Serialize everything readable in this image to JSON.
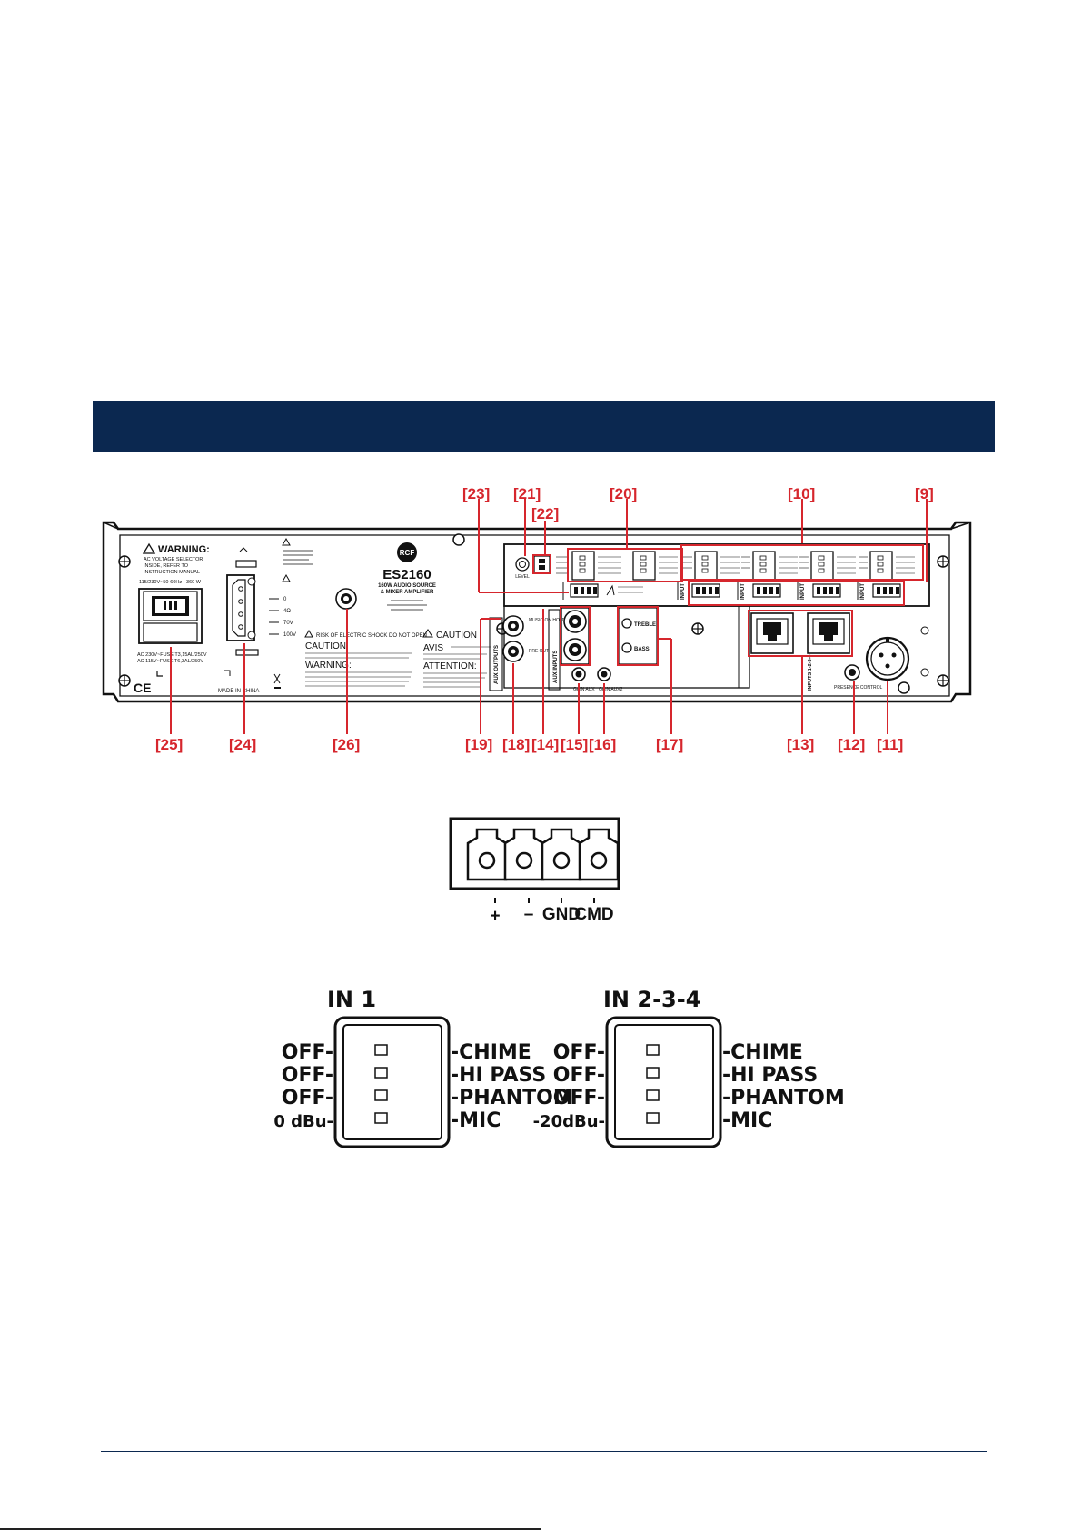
{
  "callouts": {
    "top": [
      "[23]",
      "[21]",
      "[22]",
      "[20]",
      "[10]",
      "[9]"
    ],
    "bottom": [
      "[25]",
      "[24]",
      "[26]",
      "[19]",
      "[18]",
      "[14]",
      "[15]",
      "[16]",
      "[17]",
      "[13]",
      "[12]",
      "[11]"
    ]
  },
  "panel": {
    "warning_title": "WARNING:",
    "warning_lines": [
      "AC VOLTAGE SELECTOR",
      "INSIDE, REFER TO",
      "INSTRUCTION MANUAL"
    ],
    "power_spec": "115/230V~50-60Hz - 360 W",
    "fuse_spec_1": "AC 230V~FUSE T3,15AL/250V",
    "fuse_spec_2": "AC 115V~FUSE T6,3AL/250V",
    "made_in": "MADE IN CHINA",
    "ce_mark": "CE",
    "output_taps": [
      "0",
      "4Ω",
      "70V",
      "100V"
    ],
    "brand": "RCF",
    "model": "ES2160",
    "model_sub_1": "160W AUDIO SOURCE",
    "model_sub_2": "& MIXER AMPLIFIER",
    "shock_warning": "RISK OF ELECTRIC SHOCK DO NOT OPEN",
    "caution_en_title": "CAUTION:",
    "warning_en_title": "WARNING:",
    "caution_title": "CAUTION",
    "avis_title": "AVIS",
    "attention_title": "ATTENTION:",
    "aux_outputs": "AUX OUTPUTS",
    "aux_inputs": "AUX INPUTS",
    "music_on_hold": "MUSIC ON HOLD",
    "pre_out": "PRE OUT",
    "treble": "TREBLE",
    "bass": "BASS",
    "gain_1": "GAIN AUX",
    "gain_2": "GAIN AUX2",
    "presence_control": "PRESENCE CONTROL",
    "inputs_label": "INPUTS 1-2-3-4",
    "input_label": "INPUT",
    "level": "LEVEL"
  },
  "connector": {
    "labels": [
      "+",
      "–",
      "GND",
      "CMD"
    ]
  },
  "dip_in1": {
    "title": "IN 1",
    "left": [
      "OFF-",
      "OFF-",
      "OFF-",
      "0 dBu-"
    ],
    "right": [
      "-CHIME",
      "-HI PASS",
      "-PHANTOM",
      "-MIC"
    ]
  },
  "dip_in234": {
    "title": "IN 2-3-4",
    "left": [
      "OFF-",
      "OFF-",
      "OFF-",
      "-20dBu-"
    ],
    "right": [
      "-CHIME",
      "-HI PASS",
      "-PHANTOM",
      "-MIC"
    ]
  },
  "colors": {
    "banner": "#0b2850",
    "callout": "#d6262d"
  }
}
